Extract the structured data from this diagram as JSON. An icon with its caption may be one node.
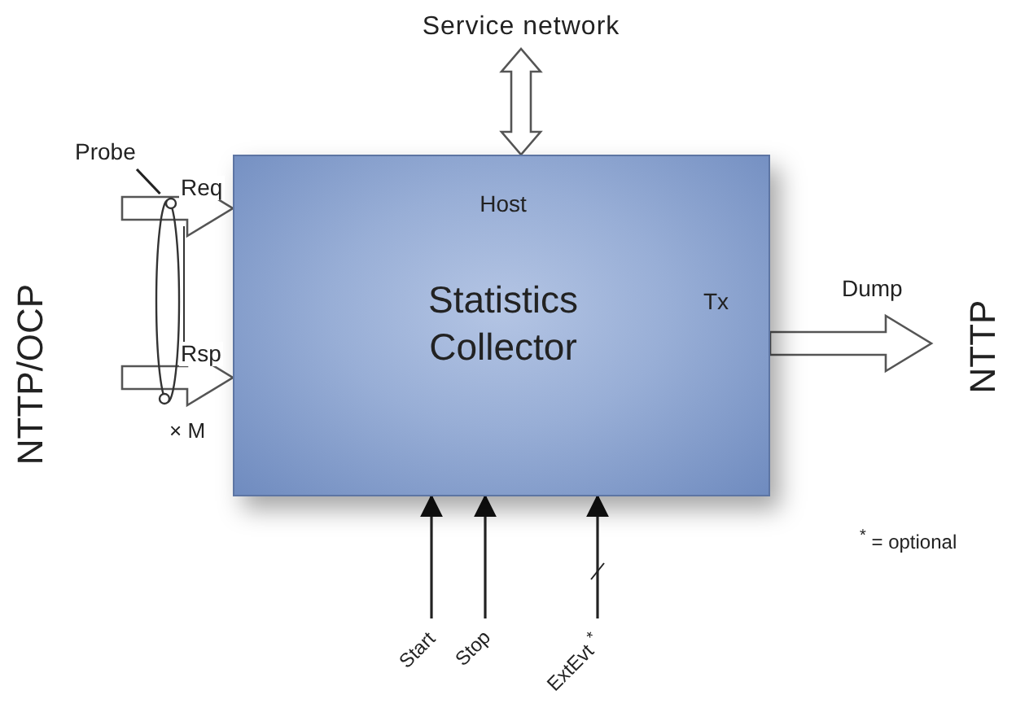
{
  "diagram": {
    "nodes": [
      {
        "text": [
          "Host",
          "Statistics Collector",
          "Tx"
        ]
      },
      {
        "text": [
          "Service network"
        ]
      },
      {
        "text": [
          "Start"
        ]
      },
      {
        "text": [
          "Stop"
        ]
      },
      {
        "text": [
          "ExtEvt $^{*}$"
        ]
      },
      {
        "text": [
          "Probe"
        ]
      },
      {
        "text": [],
        "shape": "ellipse"
      }
    ],
    "edges": [
      {
        "from": 0,
        "to": 1,
        "arrow": "both",
        "style": "thick"
      },
      {
        "from": null,
        "to": 0,
        "label": "Req",
        "arrow": "to",
        "style": "thick"
      },
      {
        "from": null,
        "to": 0,
        "label": "Rsp",
        "arrow": "to",
        "style": "thick"
      },
      {
        "from": 0,
        "to": null,
        "label": "Dump",
        "arrow": "to",
        "style": "thick"
      },
      {
        "from": 2,
        "to": 0,
        "arrow": "to"
      },
      {
        "from": 3,
        "to": 0,
        "arrow": "to"
      },
      {
        "from": 4,
        "to": 0,
        "arrow": "to"
      },
      {
        "from": 5,
        "to": 6,
        "arrow": "none"
      }
    ],
    "labels": [
      "NTTP/OCP",
      "× M",
      "NTTP",
      "$^{*}$ = optional"
    ]
  }
}
